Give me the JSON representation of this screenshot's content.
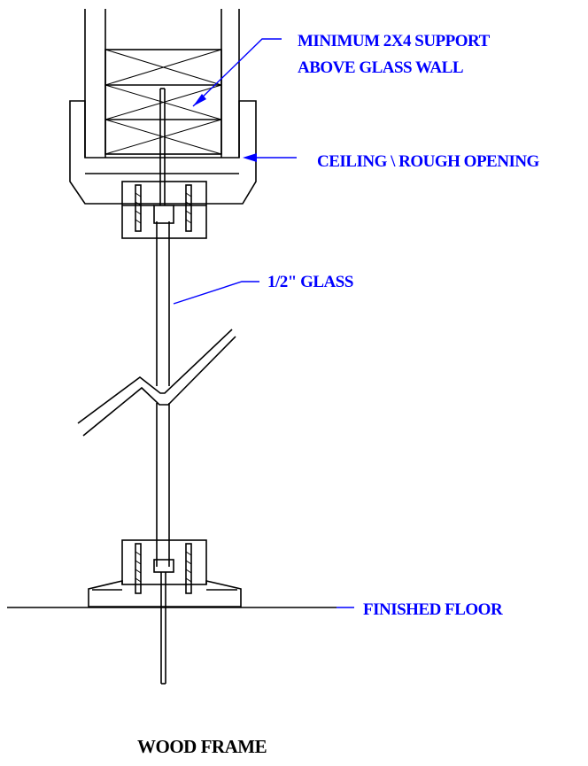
{
  "labels": {
    "support_line1": "MINIMUM 2X4 SUPPORT",
    "support_line2": "ABOVE GLASS WALL",
    "ceiling": "CEILING \\ ROUGH OPENING",
    "glass": "1/2\" GLASS",
    "floor": "FINISHED FLOOR"
  },
  "title": "WOOD FRAME",
  "colors": {
    "annotation": "#0000ff",
    "linework": "#000000",
    "background": "#ffffff"
  }
}
